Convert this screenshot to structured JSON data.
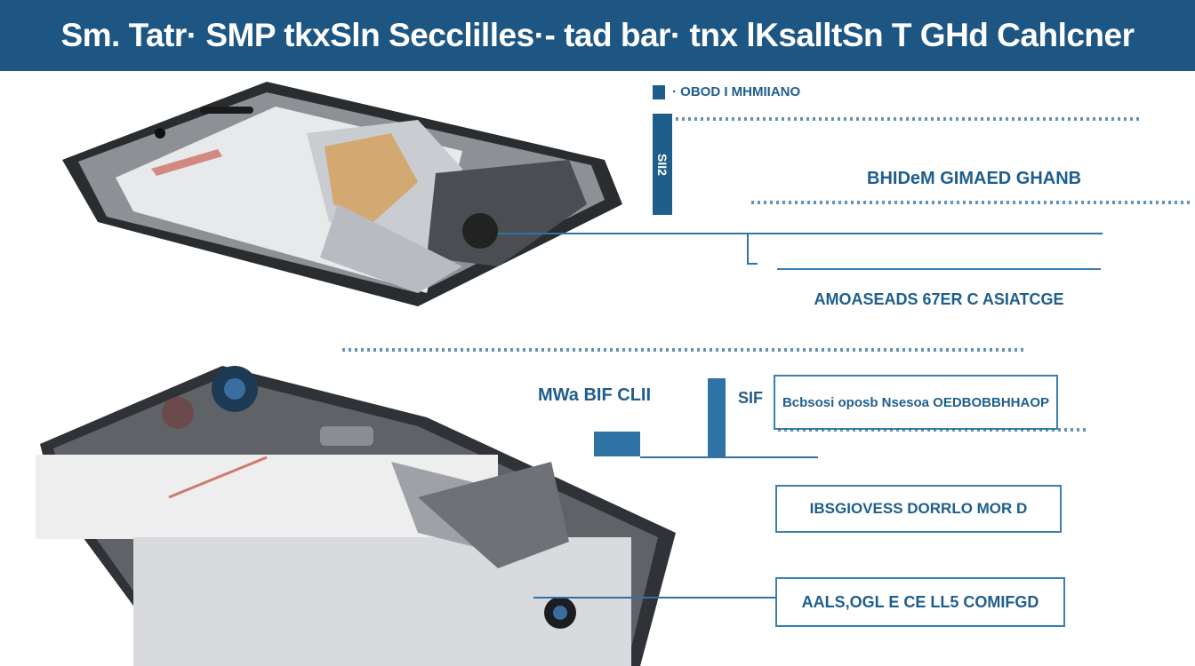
{
  "header": {
    "title": "Sm. Tatr· SMP tkxSln Secclilles·- tad  bar· tnx lKsalltSn T GHd Cahlcner",
    "color": "#1d5683"
  },
  "labels": {
    "top_tab": "· OBOD I MHMIIANO",
    "side_tab": "SII2",
    "section_title": "BHIDeM  GIMAED  GHANB",
    "box1": "AMOASEADS  67ER  C ASIATCGE",
    "left_mid": "MWa  BIF CLII",
    "mid_small": "SIF",
    "box2": "Bcbsosi oposb Nsesoa OEDBOBBHHAOP",
    "box3": "IBSGIOVESS DORRLO MOR D",
    "box4": "AALS,OGL E CE  LL5  COMIFGD"
  },
  "colors": {
    "accent": "#1f5e8c",
    "line": "#2f73a4"
  }
}
